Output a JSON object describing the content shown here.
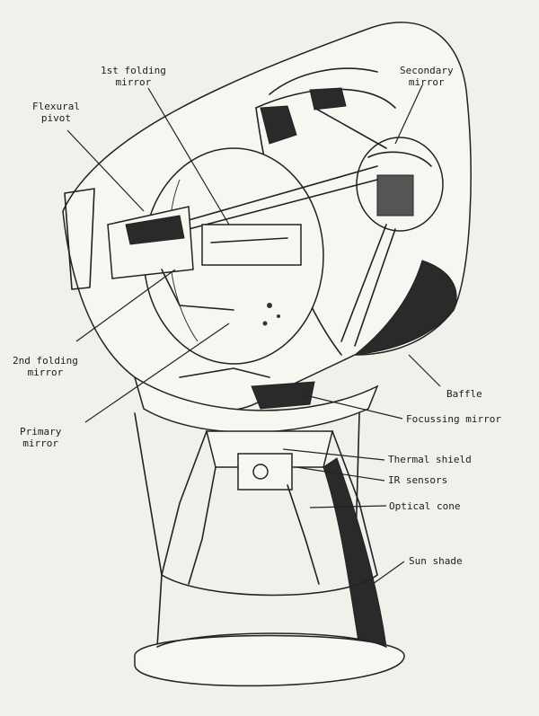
{
  "labels": {
    "first_folding_mirror": "1st folding\nmirror",
    "flexural_pivot": "Flexural\npivot",
    "secondary_mirror": "Secondary\nmirror",
    "second_folding_mirror": "2nd folding\nmirror",
    "primary_mirror": "Primary\nmirror",
    "baffle": "Baffle",
    "focussing_mirror": "Focussing mirror",
    "thermal_shield": "Thermal shield",
    "ir_sensors": "IR sensors",
    "optical_cone": "Optical cone",
    "sun_shade": "Sun shade"
  },
  "colors": {
    "ink": "#222222",
    "paper": "#f2f0ea"
  }
}
